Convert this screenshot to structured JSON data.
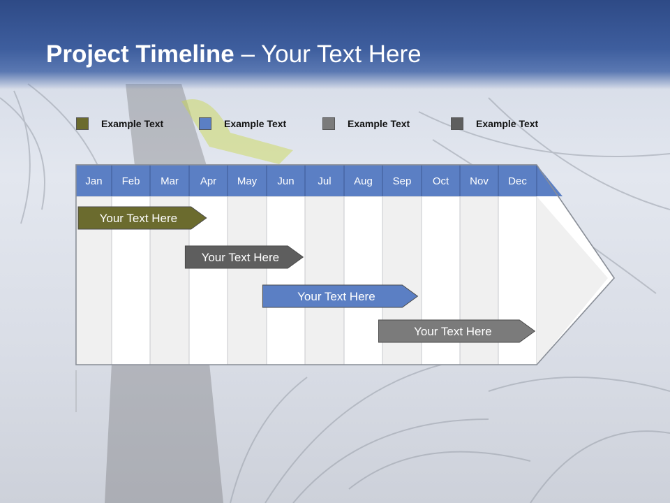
{
  "title": {
    "bold": "Project Timeline",
    "rest": " – Your Text Here"
  },
  "legend": [
    {
      "label": "Example Text",
      "color": "#6b6b2e"
    },
    {
      "label": "Example Text",
      "color": "#5b7fc4"
    },
    {
      "label": "Example Text",
      "color": "#7b7b7b"
    },
    {
      "label": "Example Text",
      "color": "#5e5e5e"
    }
  ],
  "months": [
    "Jan",
    "Feb",
    "Mar",
    "Apr",
    "May",
    "Jun",
    "Jul",
    "Aug",
    "Sep",
    "Oct",
    "Nov",
    "Dec"
  ],
  "tasks": [
    {
      "label": "Your  Text Here",
      "start_month": 1,
      "end_month": 4.45,
      "color": "#6b6b2e"
    },
    {
      "label": "Your  Text Here",
      "start_month": 3.9,
      "end_month": 6.95,
      "color": "#5e5e5e"
    },
    {
      "label": "Your  Text Here",
      "start_month": 5.9,
      "end_month": 9.9,
      "color": "#5b7fc4"
    },
    {
      "label": "Your  Text Here",
      "start_month": 8.9,
      "end_month": 12.95,
      "color": "#7b7b7b"
    }
  ],
  "colors": {
    "header_band": "#3e5e9e",
    "month_row": "#5b7fc4",
    "column_shade": "#f0f0f0",
    "column_plain": "#ffffff"
  }
}
